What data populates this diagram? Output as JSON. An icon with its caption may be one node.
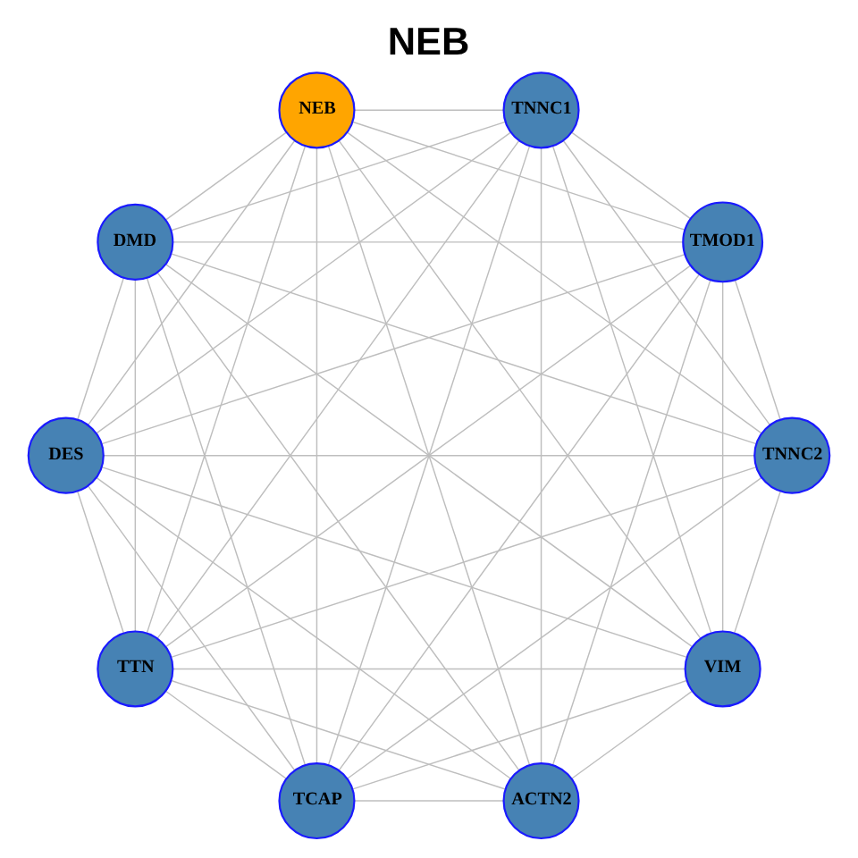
{
  "diagram": {
    "title": "NEB",
    "nodes": [
      {
        "text": [
          "TNNC2"
        ]
      },
      {
        "text": [
          "TMOD1"
        ]
      },
      {
        "text": [
          "TCAP"
        ]
      },
      {
        "text": [
          "TTN"
        ]
      },
      {
        "text": [
          "DES"
        ]
      },
      {
        "text": [
          "DMD"
        ]
      },
      {
        "text": [
          "VIM"
        ]
      },
      {
        "text": [
          "ACTN2"
        ]
      },
      {
        "text": [
          "NEB"
        ]
      },
      {
        "text": [
          "TNNC1"
        ]
      }
    ],
    "edges": [
      {
        "from": 0,
        "to": 1,
        "arrow": "none"
      },
      {
        "from": 0,
        "to": 2,
        "arrow": "none"
      },
      {
        "from": 0,
        "to": 3,
        "arrow": "none"
      },
      {
        "from": 0,
        "to": 4,
        "arrow": "none"
      },
      {
        "from": 0,
        "to": 5,
        "arrow": "none"
      },
      {
        "from": 0,
        "to": 6,
        "arrow": "none"
      },
      {
        "from": 0,
        "to": 8,
        "arrow": "none"
      },
      {
        "from": 0,
        "to": 9,
        "arrow": "none"
      },
      {
        "from": 1,
        "to": 2,
        "arrow": "none"
      },
      {
        "from": 1,
        "to": 3,
        "arrow": "none"
      },
      {
        "from": 1,
        "to": 4,
        "arrow": "none"
      },
      {
        "from": 1,
        "to": 5,
        "arrow": "none"
      },
      {
        "from": 1,
        "to": 6,
        "arrow": "none"
      },
      {
        "from": 1,
        "to": 7,
        "arrow": "none"
      },
      {
        "from": 1,
        "to": 8,
        "arrow": "none"
      },
      {
        "from": 1,
        "to": 9,
        "arrow": "none"
      },
      {
        "from": 2,
        "to": 3,
        "arrow": "none"
      },
      {
        "from": 2,
        "to": 4,
        "arrow": "none"
      },
      {
        "from": 2,
        "to": 5,
        "arrow": "none"
      },
      {
        "from": 2,
        "to": 6,
        "arrow": "none"
      },
      {
        "from": 2,
        "to": 7,
        "arrow": "none"
      },
      {
        "from": 2,
        "to": 8,
        "arrow": "none"
      },
      {
        "from": 2,
        "to": 9,
        "arrow": "none"
      },
      {
        "from": 3,
        "to": 4,
        "arrow": "none"
      },
      {
        "from": 3,
        "to": 5,
        "arrow": "none"
      },
      {
        "from": 3,
        "to": 6,
        "arrow": "none"
      },
      {
        "from": 3,
        "to": 7,
        "arrow": "none"
      },
      {
        "from": 3,
        "to": 8,
        "arrow": "none"
      },
      {
        "from": 3,
        "to": 9,
        "arrow": "none"
      },
      {
        "from": 4,
        "to": 5,
        "arrow": "none"
      },
      {
        "from": 4,
        "to": 6,
        "arrow": "none"
      },
      {
        "from": 4,
        "to": 7,
        "arrow": "none"
      },
      {
        "from": 4,
        "to": 8,
        "arrow": "none"
      },
      {
        "from": 4,
        "to": 9,
        "arrow": "none"
      },
      {
        "from": 5,
        "to": 6,
        "arrow": "none"
      },
      {
        "from": 5,
        "to": 7,
        "arrow": "none"
      },
      {
        "from": 5,
        "to": 8,
        "arrow": "none"
      },
      {
        "from": 5,
        "to": 9,
        "arrow": "none"
      },
      {
        "from": 6,
        "to": 7,
        "arrow": "none"
      },
      {
        "from": 6,
        "to": 8,
        "arrow": "none"
      },
      {
        "from": 6,
        "to": 9,
        "arrow": "none"
      },
      {
        "from": 7,
        "to": 8,
        "arrow": "none"
      },
      {
        "from": 7,
        "to": 9,
        "arrow": "none"
      },
      {
        "from": 8,
        "to": 9,
        "arrow": "none"
      }
    ]
  }
}
